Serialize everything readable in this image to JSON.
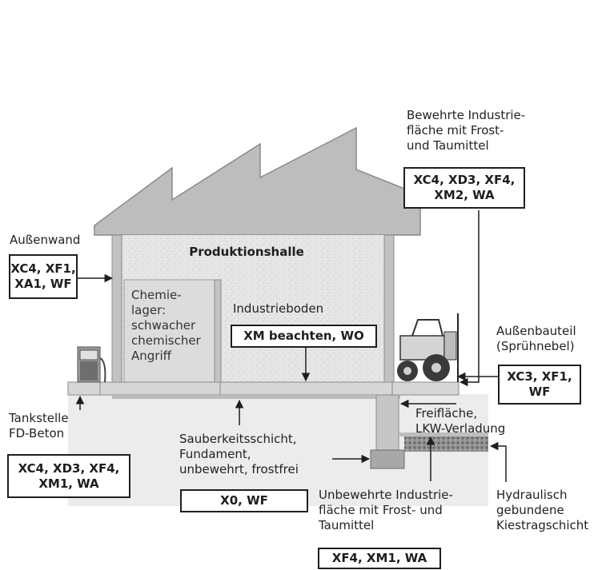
{
  "building": {
    "title": "Produktionshalle"
  },
  "labels": {
    "bewehrte": "Bewehrte Industrie-\nfläche mit Frost-\nund Taumittel",
    "aussenwand": "Außenwand",
    "chemielager": "Chemie-\nlager:\nschwacher\nchemischer\nAngriff",
    "industrieboden": "Industrieboden",
    "aussenbauteil": "Außenbauteil\n(Sprühnebel)",
    "tankstelle": "Tankstelle\nFD-Beton",
    "freiflaeche": "Freifläche,\nLKW-Verladung",
    "sauberkeit": "Sauberkeitsschicht,\nFundament,\nunbewehrt, frostfrei",
    "unbewehrte": "Unbewehrte Industrie-\nfläche mit Frost- und\nTaumittel",
    "hydraulisch": "Hydraulisch\ngebundene\nKiestragschicht"
  },
  "codes": {
    "bewehrte": "XC4, XD3, XF4,\nXM2, WA",
    "aussenwand": "XC4, XF1,\nXA1, WF",
    "industrieboden": "XM beachten, WO",
    "aussenbauteil": "XC3, XF1,\nWF",
    "tankstelle": "XC4, XD3, XF4,\nXM1, WA",
    "sauberkeit": "X0, WF",
    "unbewehrte": "XF4, XM1, WA"
  }
}
